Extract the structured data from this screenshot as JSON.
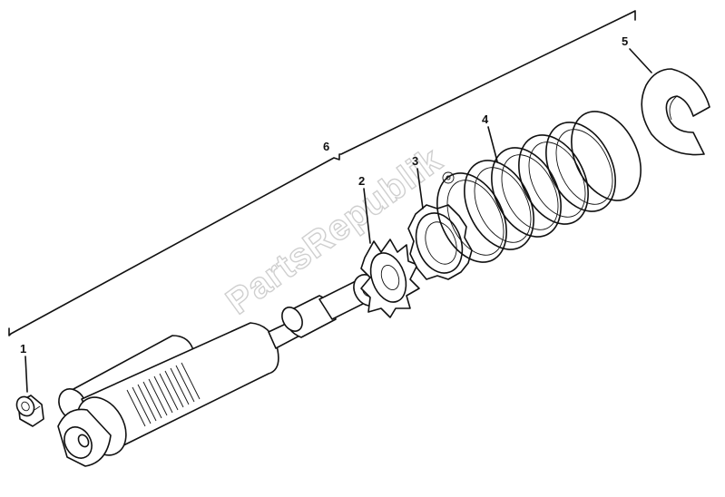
{
  "watermark": "PartsRepublik",
  "callouts": {
    "c1": "1",
    "c2": "2",
    "c3": "3",
    "c4": "4",
    "c5": "5",
    "c6": "6"
  }
}
